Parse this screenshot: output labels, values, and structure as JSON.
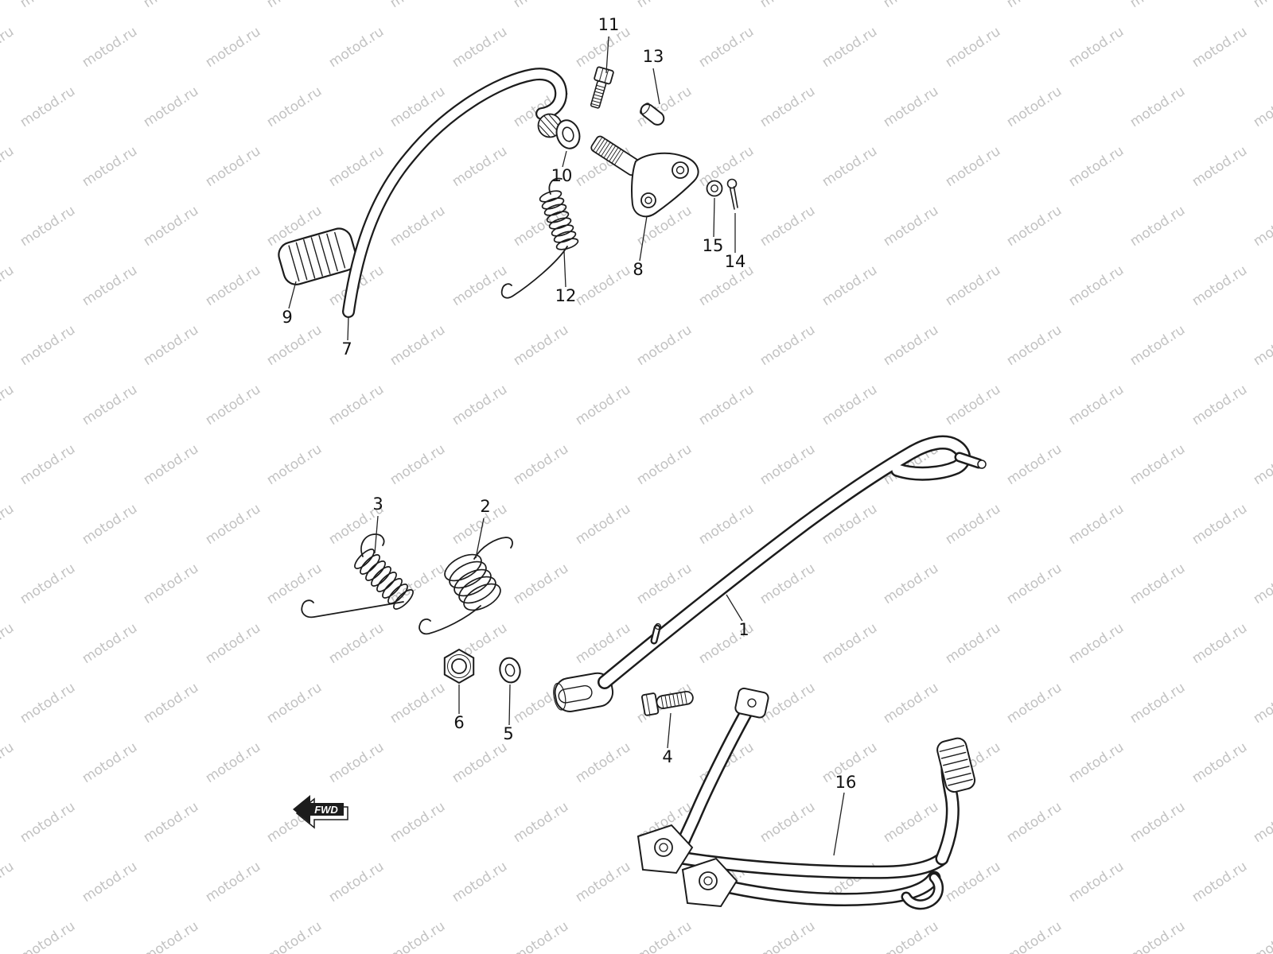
{
  "watermark": {
    "text": "motod.ru",
    "color": "#c2c2c2"
  },
  "fwd": {
    "label": "FWD"
  },
  "parts": {
    "p1": "1",
    "p2": "2",
    "p3": "3",
    "p4": "4",
    "p5": "5",
    "p6": "6",
    "p7": "7",
    "p8": "8",
    "p9": "9",
    "p10": "10",
    "p11": "11",
    "p12": "12",
    "p13": "13",
    "p14": "14",
    "p15": "15",
    "p16": "16"
  }
}
